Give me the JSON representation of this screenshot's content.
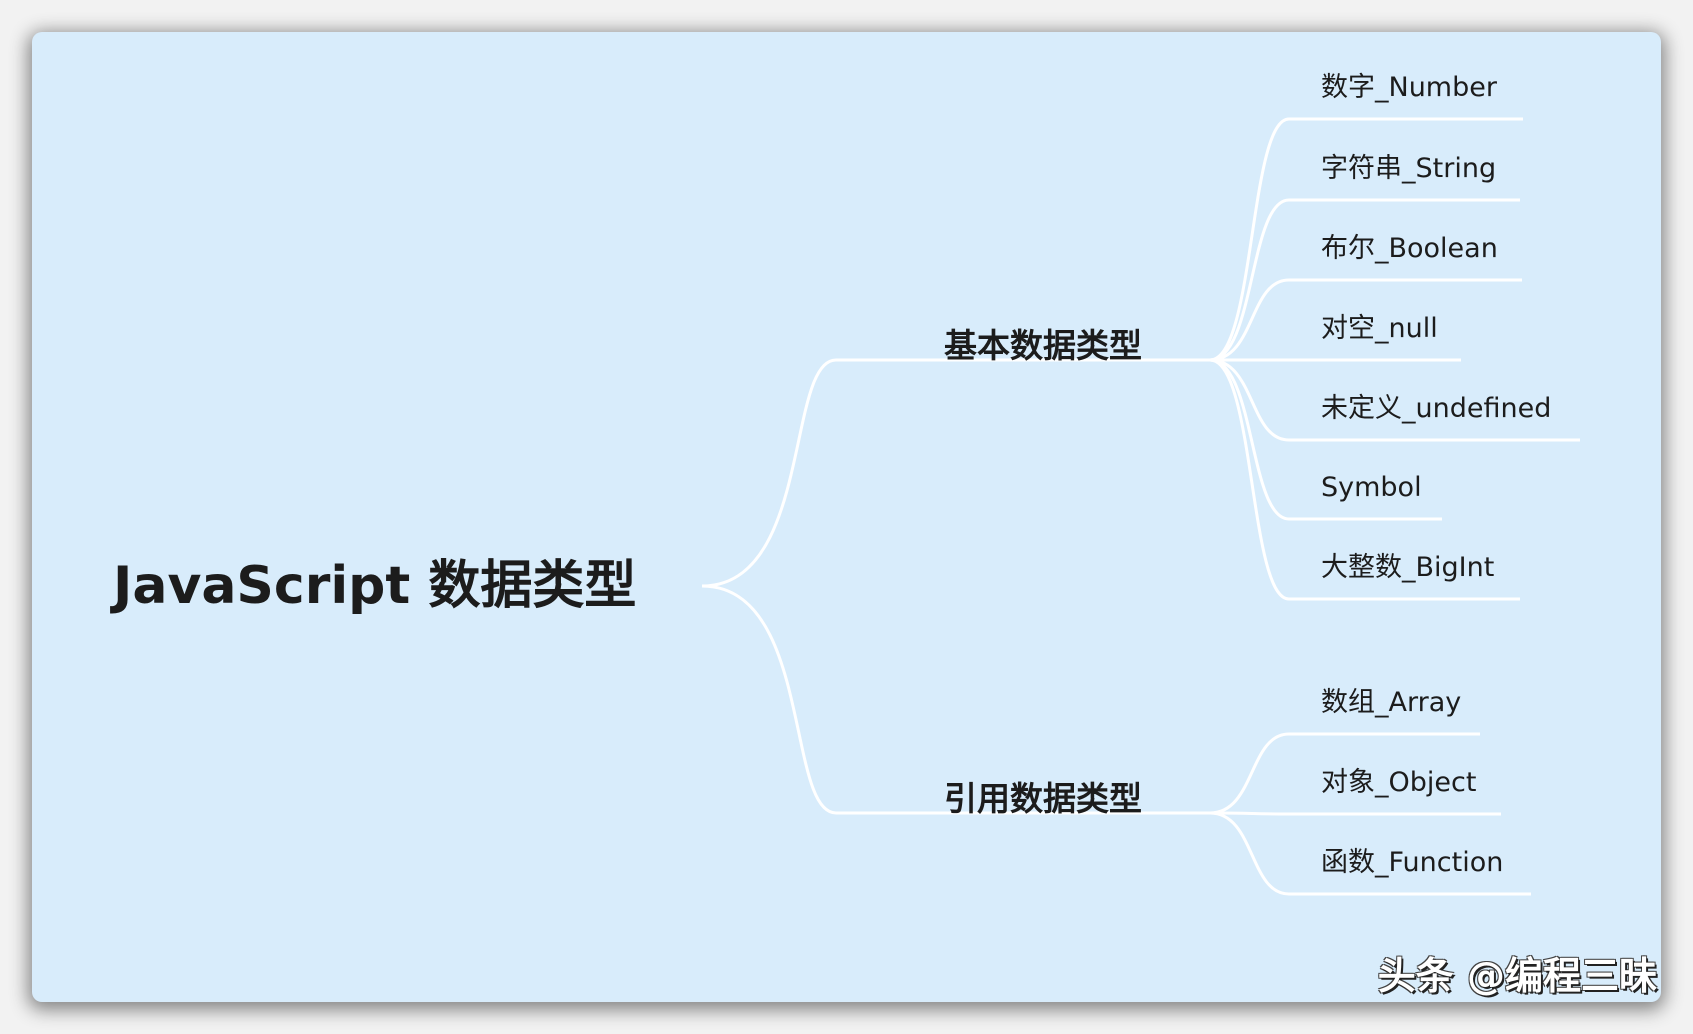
{
  "root": {
    "title": "JavaScript 数据类型"
  },
  "branches": [
    {
      "label": "基本数据类型",
      "children": [
        "数字_Number",
        "字符串_String",
        "布尔_Boolean",
        "对空_null",
        "未定义_undefined",
        "Symbol",
        "大整数_BigInt"
      ]
    },
    {
      "label": "引用数据类型",
      "children": [
        "数组_Array",
        "对象_Object",
        "函数_Function"
      ]
    }
  ],
  "watermark": "头条 @编程三昧",
  "colors": {
    "background": "#d8ecfb",
    "line": "#ffffff",
    "text": "#1c1c1c"
  }
}
